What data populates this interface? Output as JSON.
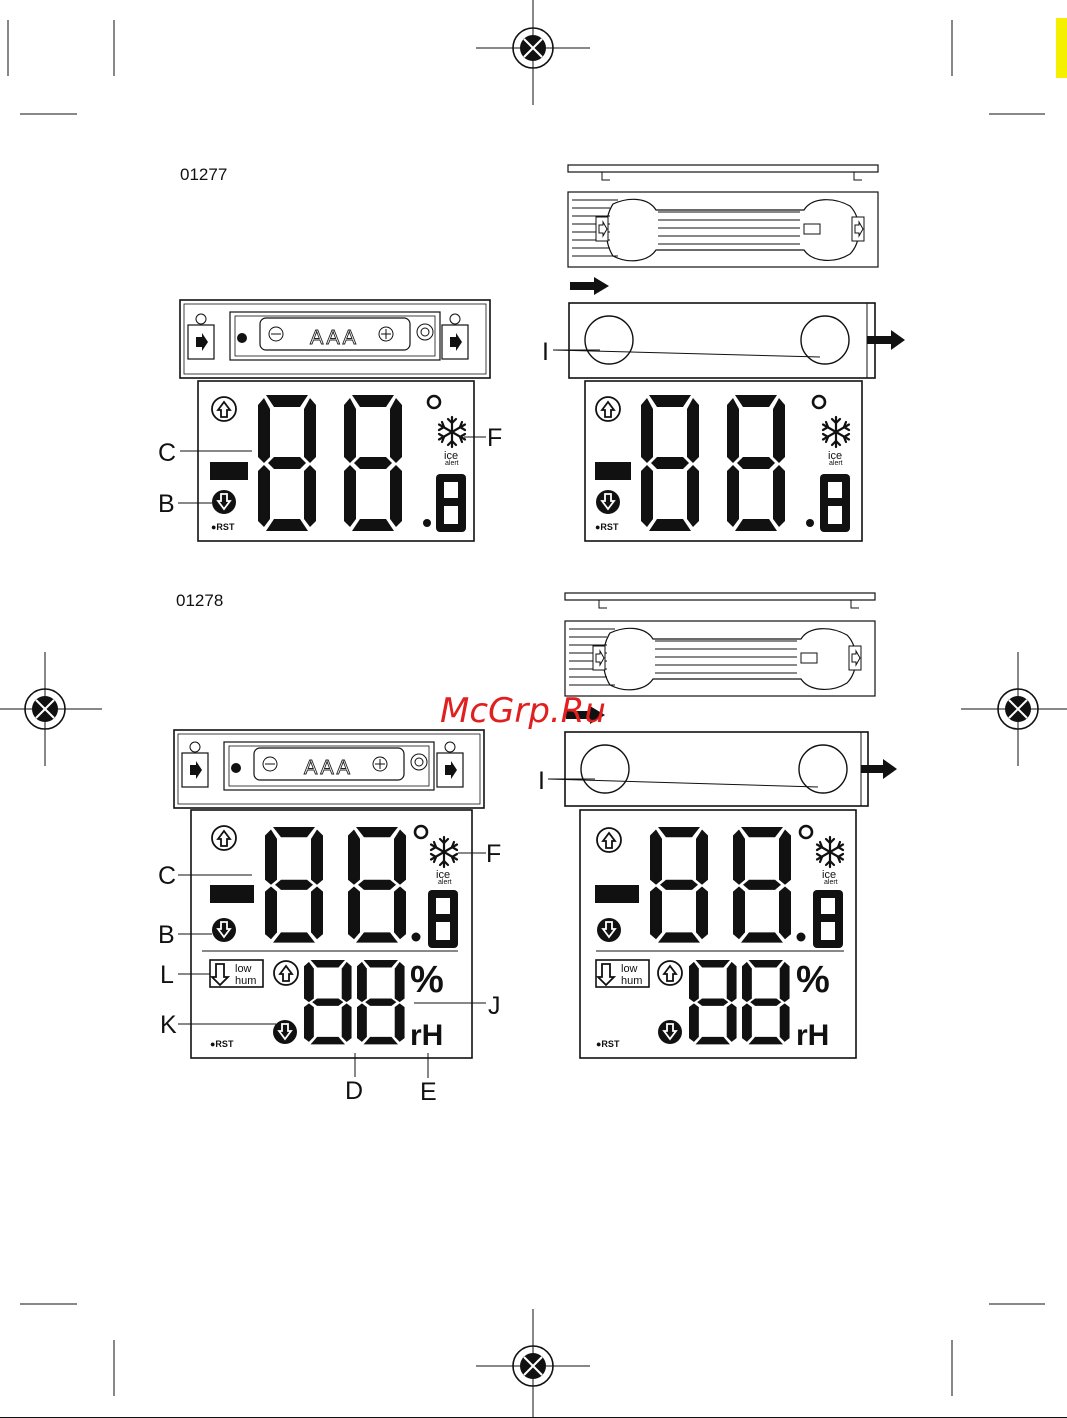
{
  "models": {
    "top": "01277",
    "bottom": "01278"
  },
  "battery_label": "AAA",
  "display": {
    "segment_glyph": "88",
    "decimal_glyph": "8",
    "ice_word": "ice",
    "alert_word": "alert",
    "brand": "●RST",
    "percent_symbol": "%",
    "rh_label": "rH",
    "low_word": "low",
    "hum_word": "hum"
  },
  "callouts": {
    "B": "B",
    "C": "C",
    "D": "D",
    "E": "E",
    "F": "F",
    "I": "I",
    "J": "J",
    "K": "K",
    "L": "L"
  },
  "watermark": "McGrp.Ru",
  "icons": [
    "registration-mark-icon",
    "up-arrow-icon",
    "down-arrow-icon",
    "snowflake-icon",
    "slide-arrow-icon"
  ]
}
